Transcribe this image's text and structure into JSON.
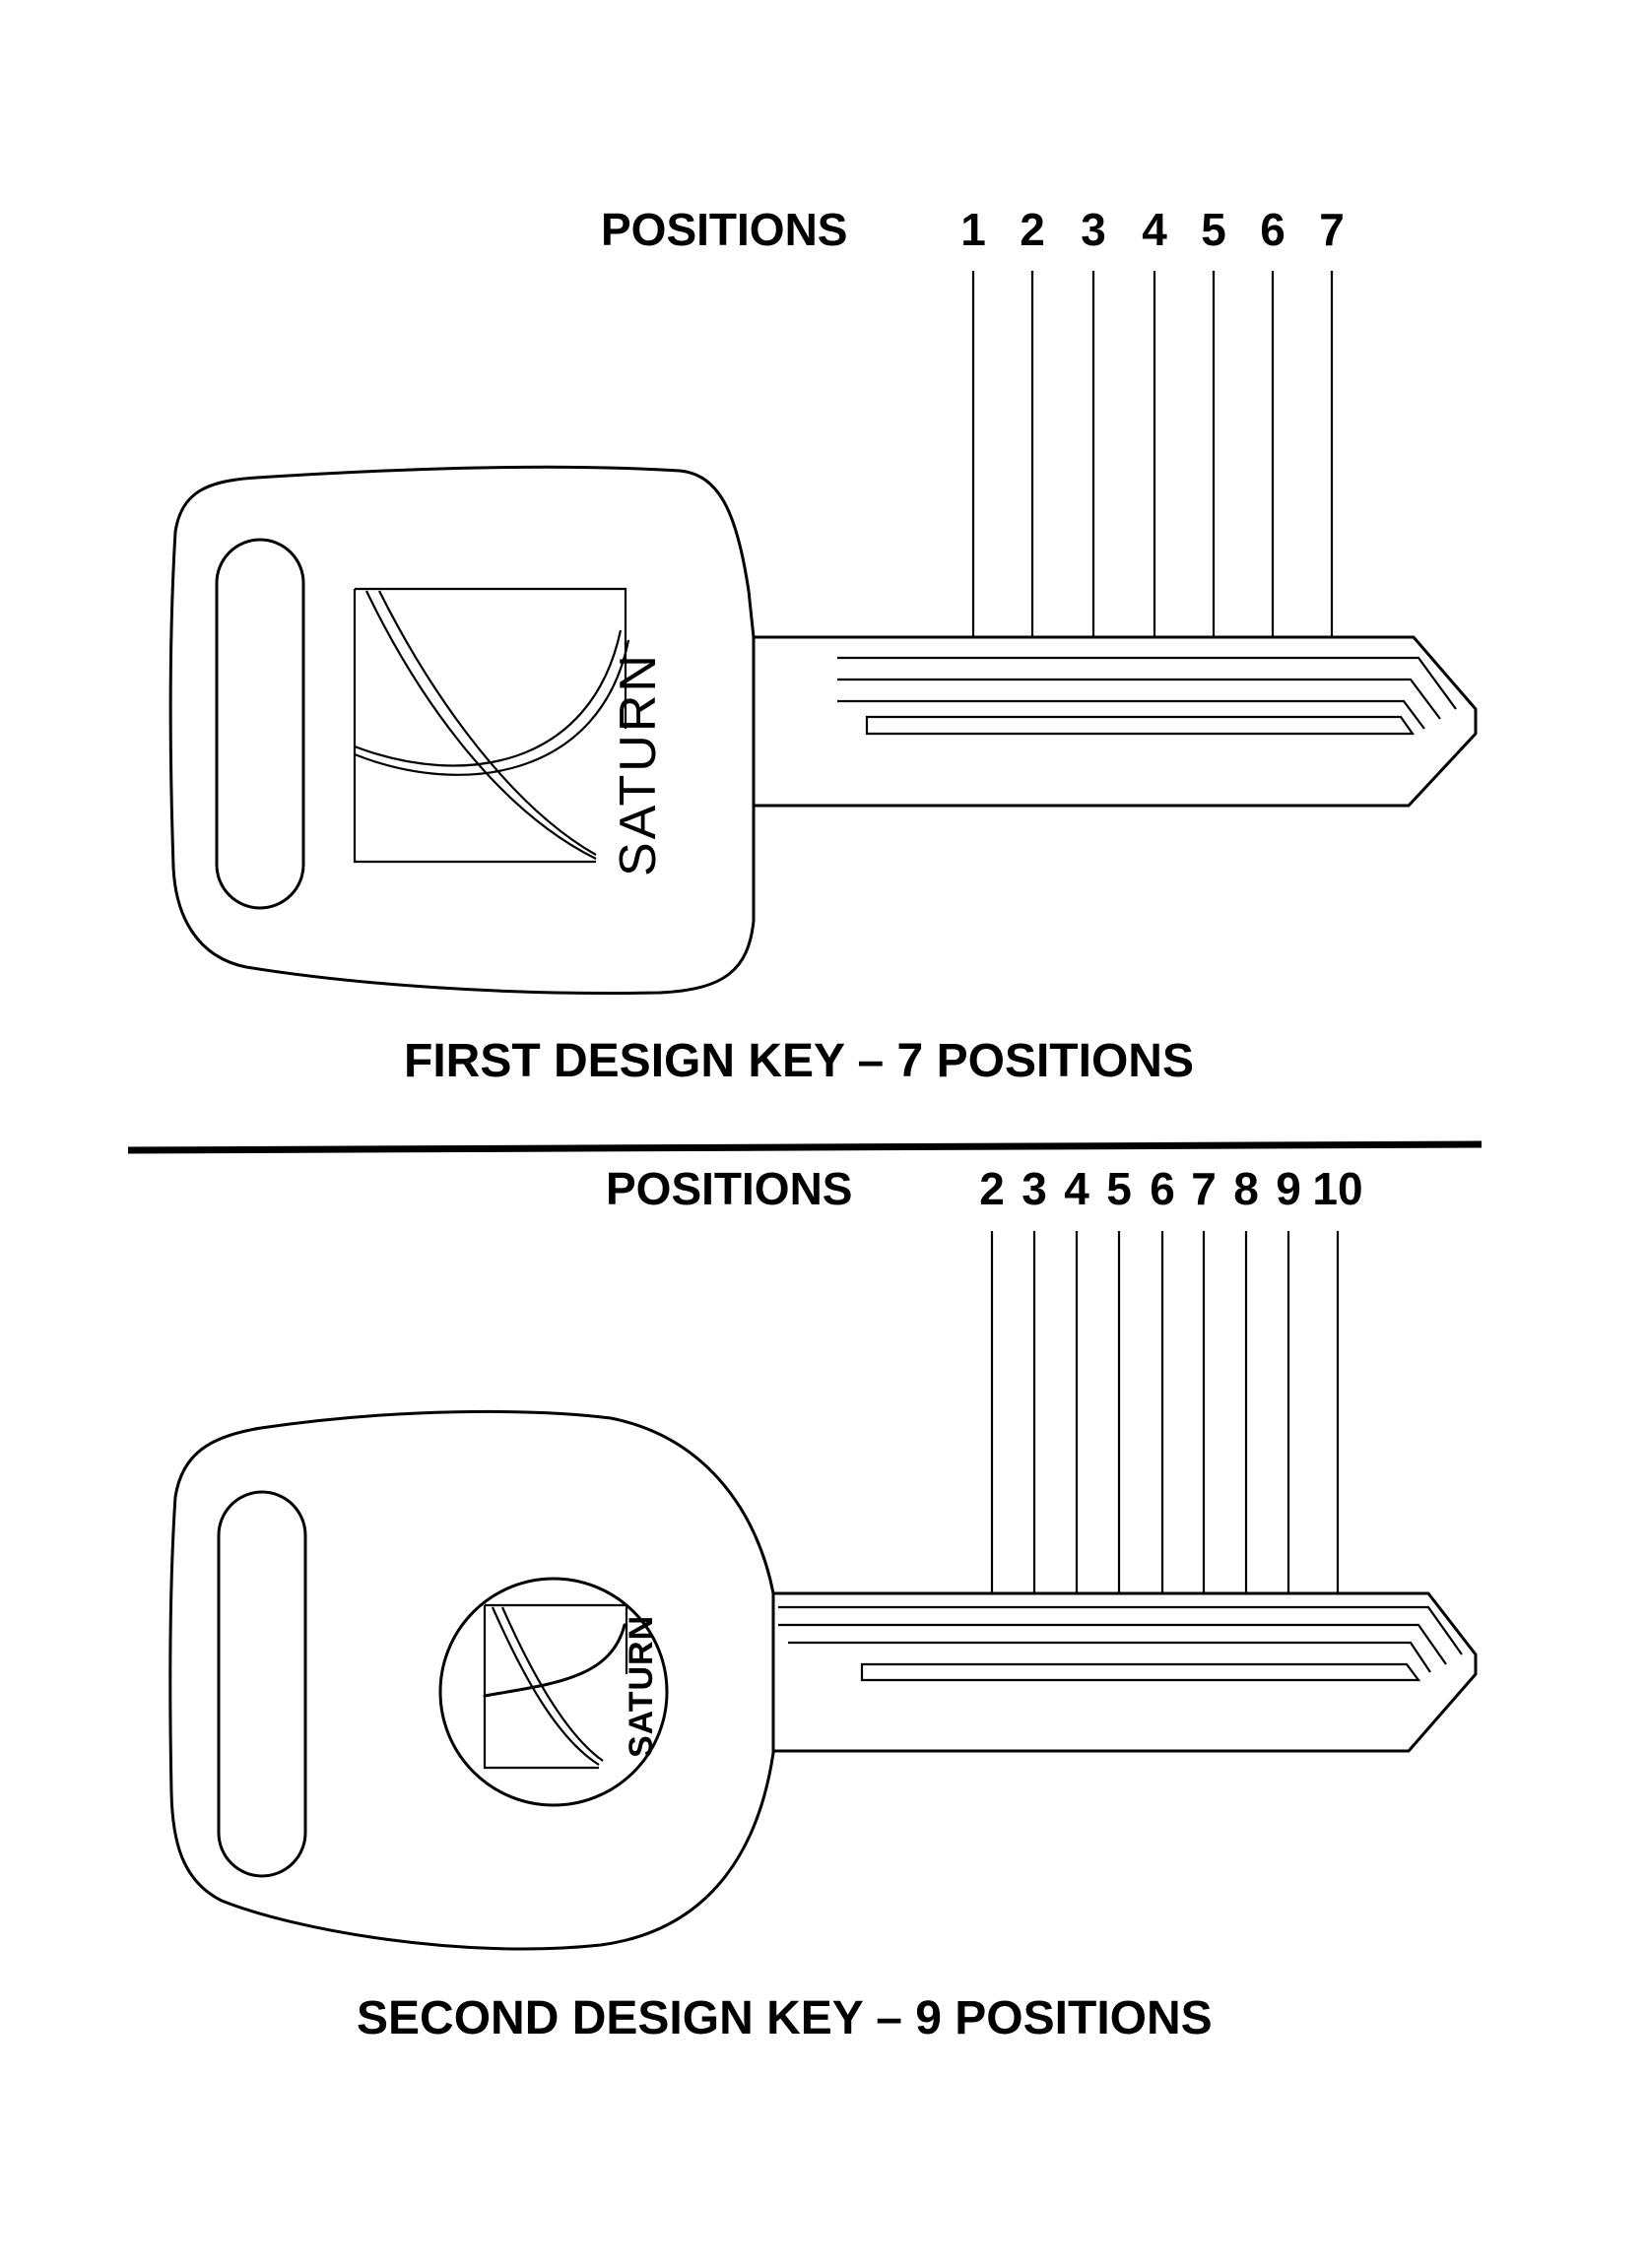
{
  "key1": {
    "positions_label": "POSITIONS",
    "positions": [
      "1",
      "2",
      "3",
      "4",
      "5",
      "6",
      "7"
    ],
    "logo_text": "SATURN",
    "caption": "FIRST DESIGN KEY – 7 POSITIONS"
  },
  "key2": {
    "positions_label": "POSITIONS",
    "positions": [
      "2",
      "3",
      "4",
      "5",
      "6",
      "7",
      "8",
      "9",
      "10"
    ],
    "logo_text": "SATURN",
    "caption": "SECOND DESIGN KEY – 9 POSITIONS"
  }
}
